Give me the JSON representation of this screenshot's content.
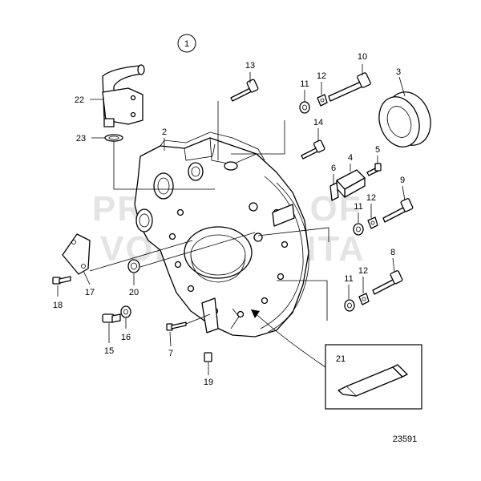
{
  "diagram": {
    "figure_number": "1",
    "drawing_number": "23591",
    "watermark_lines": [
      "PROPERTY OF",
      "VOLVO PENTA"
    ],
    "callouts": [
      "13",
      "10",
      "3",
      "11",
      "12",
      "22",
      "2",
      "14",
      "4",
      "5",
      "6",
      "9",
      "23",
      "11",
      "12",
      "8",
      "17",
      "20",
      "11",
      "12",
      "18",
      "16",
      "15",
      "7",
      "19",
      "21"
    ]
  }
}
